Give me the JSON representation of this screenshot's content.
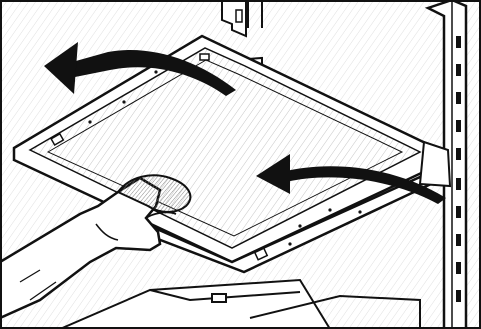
{
  "diagram": {
    "frame_color": "#111111",
    "background_color": "#ffffff",
    "hatch_color": "#8a8a8a",
    "hand_fill": "#b0b0b0",
    "arrow_color": "#111111",
    "elements": [
      "outer-frame",
      "wall-rail-upper",
      "wall-rail-right",
      "shelf-frame",
      "shelf-glass",
      "shelf-bracket-right",
      "hand",
      "arrow-left",
      "arrow-right",
      "lower-shelf"
    ]
  }
}
